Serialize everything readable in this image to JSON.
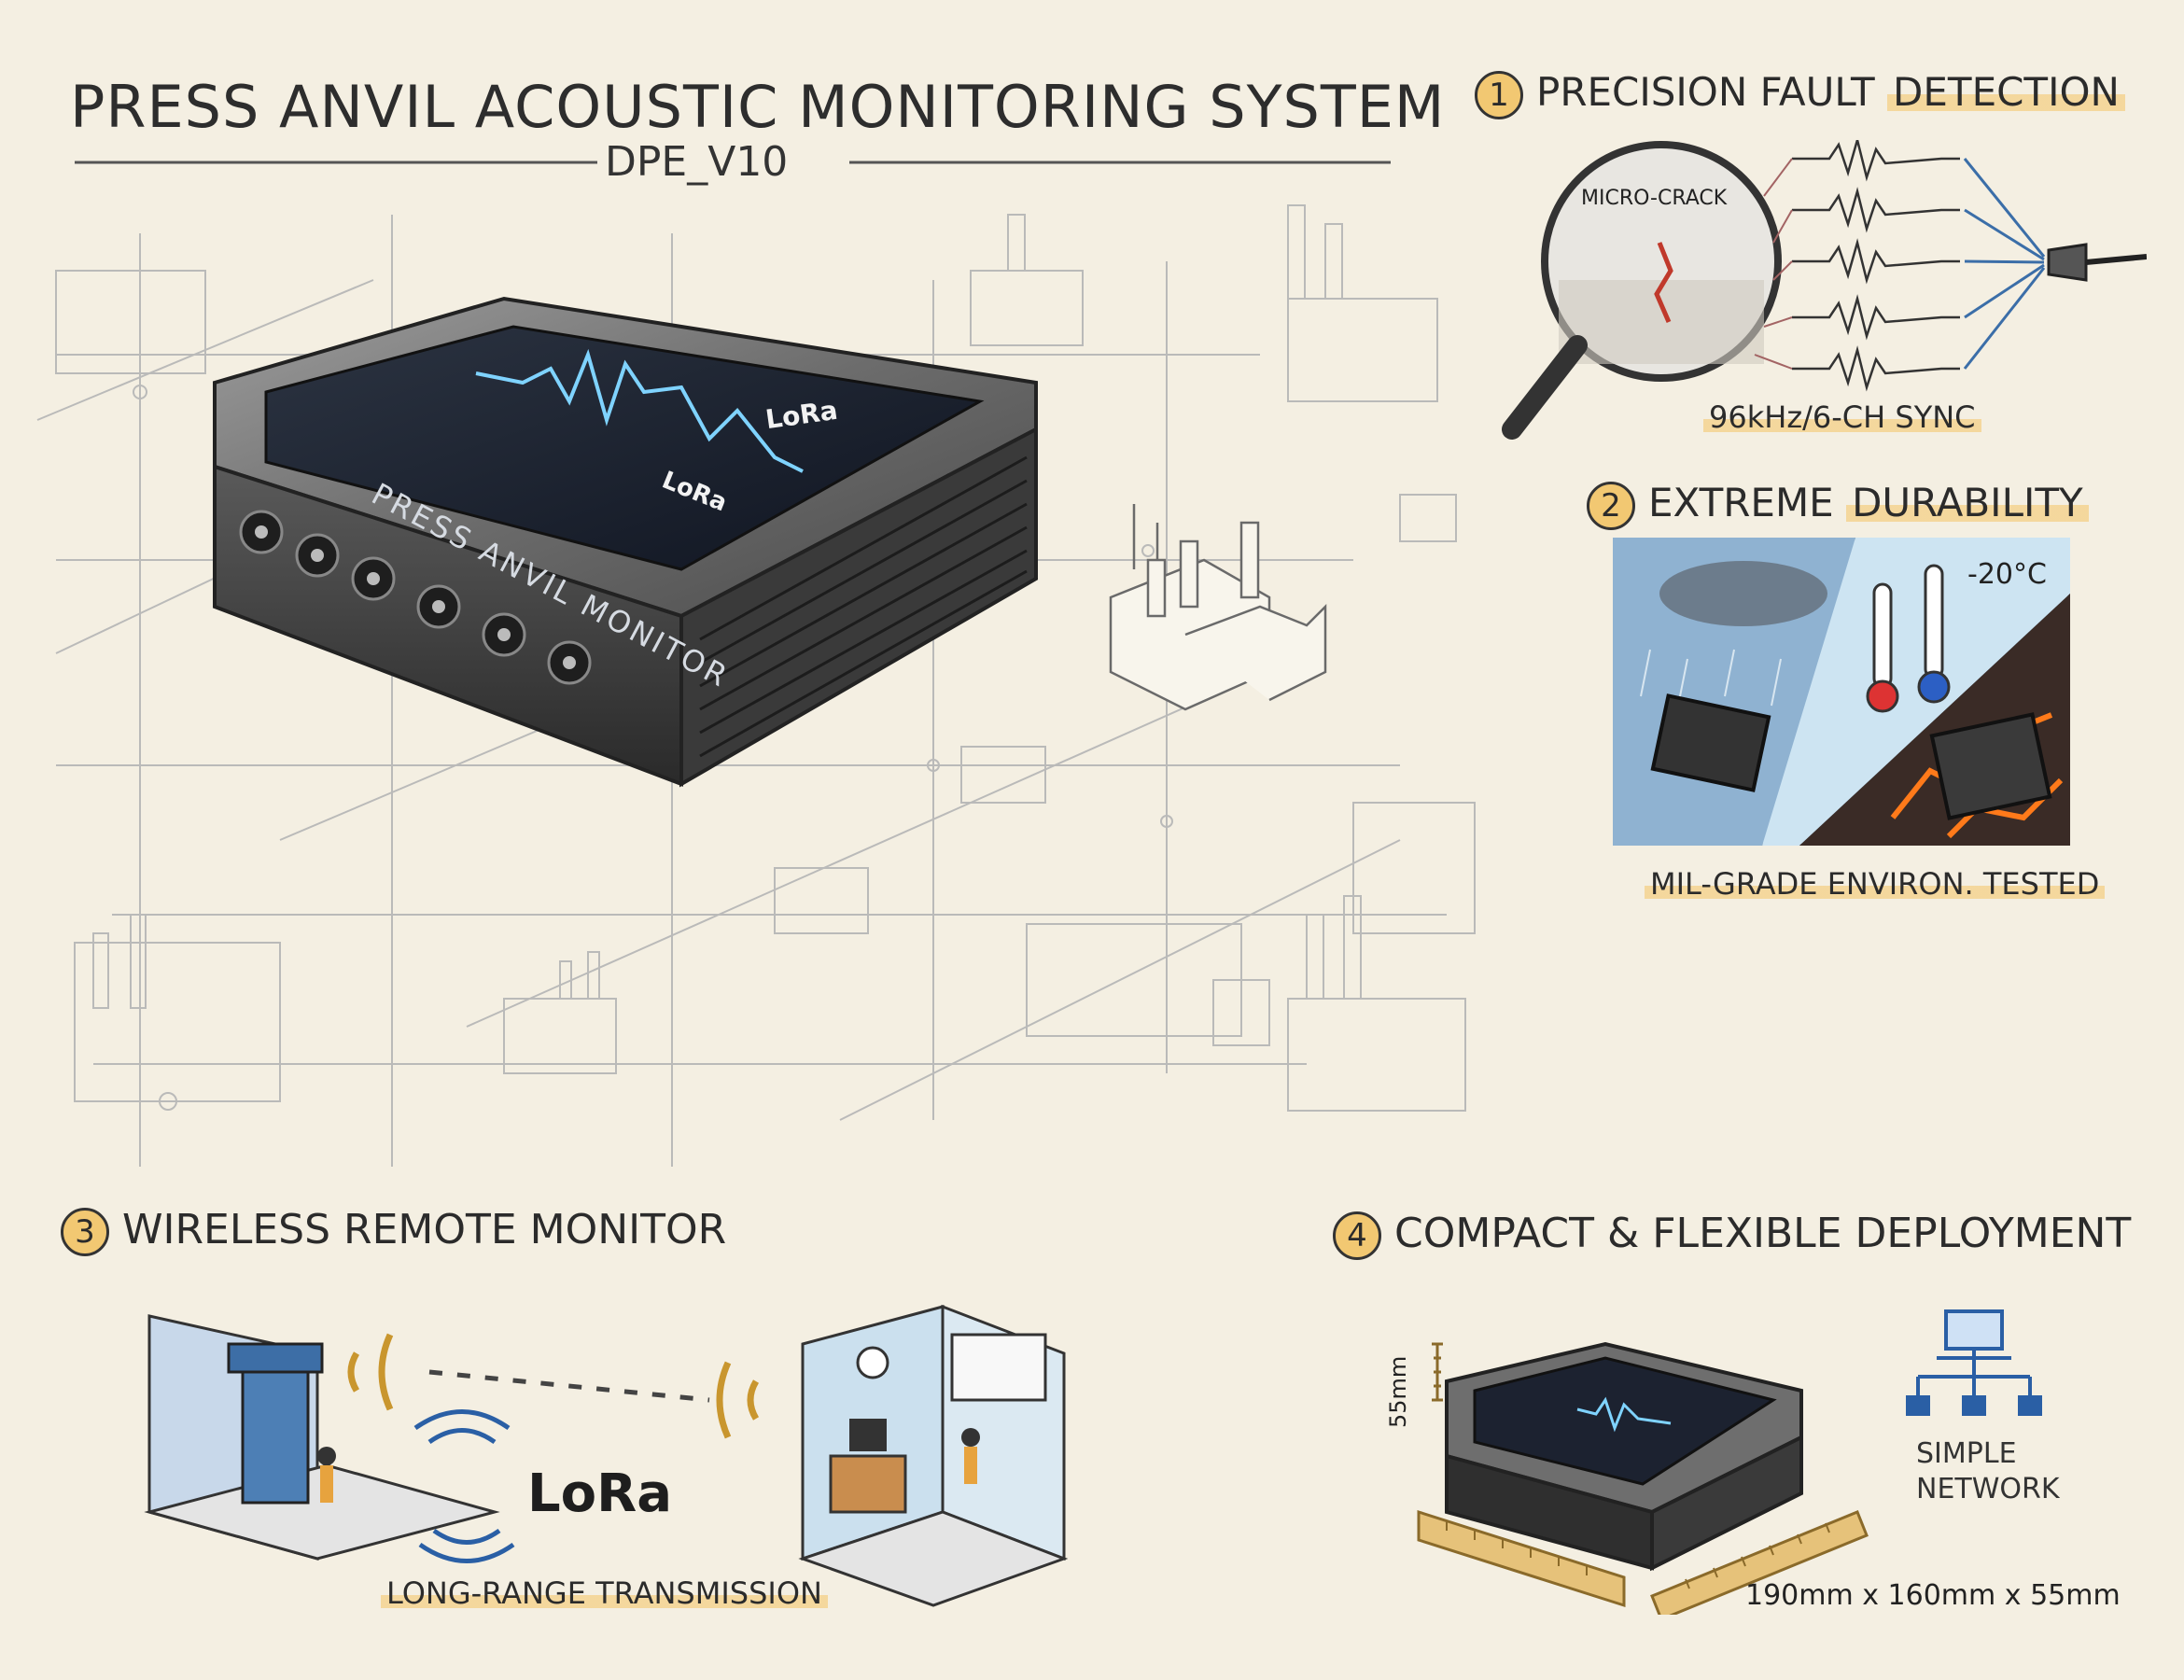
{
  "header": {
    "title": "PRESS ANVIL ACOUSTIC MONITORING SYSTEM",
    "model": "DPE_V10"
  },
  "device": {
    "label": "PRESS ANVIL MONITOR",
    "lora_badge_1": "LoRa",
    "lora_badge_2": "LoRa"
  },
  "features": [
    {
      "number": "1",
      "title_a": "PRECISION FAULT ",
      "title_b": "DETECTION",
      "magnifier_label": "MICRO-CRACK",
      "caption": "96kHz/6-CH SYNC"
    },
    {
      "number": "2",
      "title_a": "EXTREME ",
      "title_b": "DURABILITY",
      "temperature": "-20°C",
      "caption": "MIL-GRADE ENVIRON. TESTED"
    },
    {
      "number": "3",
      "title": "WIRELESS REMOTE MONITOR",
      "logo": "LoRa",
      "caption": "LONG-RANGE TRANSMISSION"
    },
    {
      "number": "4",
      "title": "COMPACT & FLEXIBLE DEPLOYMENT",
      "height_label": "55mm",
      "network_line1": "SIMPLE",
      "network_line2": "NETWORK",
      "dimensions": "190mm x 160mm x 55mm"
    }
  ],
  "colors": {
    "paper": "#f4efe2",
    "highlight": "#f5c464",
    "badge": "#f2c872",
    "ink": "#2b2b2b",
    "screen_glow": "#7fd3ff"
  }
}
